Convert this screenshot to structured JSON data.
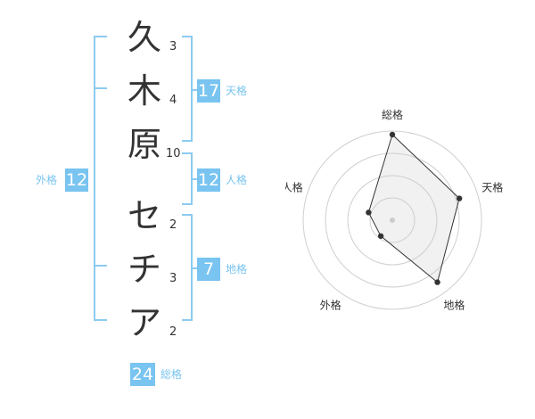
{
  "name": {
    "characters": [
      {
        "char": "久",
        "strokes": "3"
      },
      {
        "char": "木",
        "strokes": "4"
      },
      {
        "char": "原",
        "strokes": "10"
      },
      {
        "char": "セ",
        "strokes": "2"
      },
      {
        "char": "チ",
        "strokes": "3"
      },
      {
        "char": "ア",
        "strokes": "2"
      }
    ]
  },
  "fortunes": {
    "tenkaku": {
      "value": "17",
      "label": "天格"
    },
    "jinkaku": {
      "value": "12",
      "label": "人格"
    },
    "chikaku": {
      "value": "7",
      "label": "地格"
    },
    "gaikaku": {
      "value": "12",
      "label": "外格"
    },
    "soukaku": {
      "value": "24",
      "label": "総格"
    }
  },
  "colors": {
    "accent": "#79c4f0",
    "bracket": "#8ccbf0",
    "text": "#333333"
  },
  "chart_data": {
    "type": "radar",
    "axes": [
      "総格",
      "天格",
      "地格",
      "外格",
      "人格"
    ],
    "values": [
      0.96,
      0.79,
      0.86,
      0.22,
      0.28
    ],
    "rings": 4
  }
}
